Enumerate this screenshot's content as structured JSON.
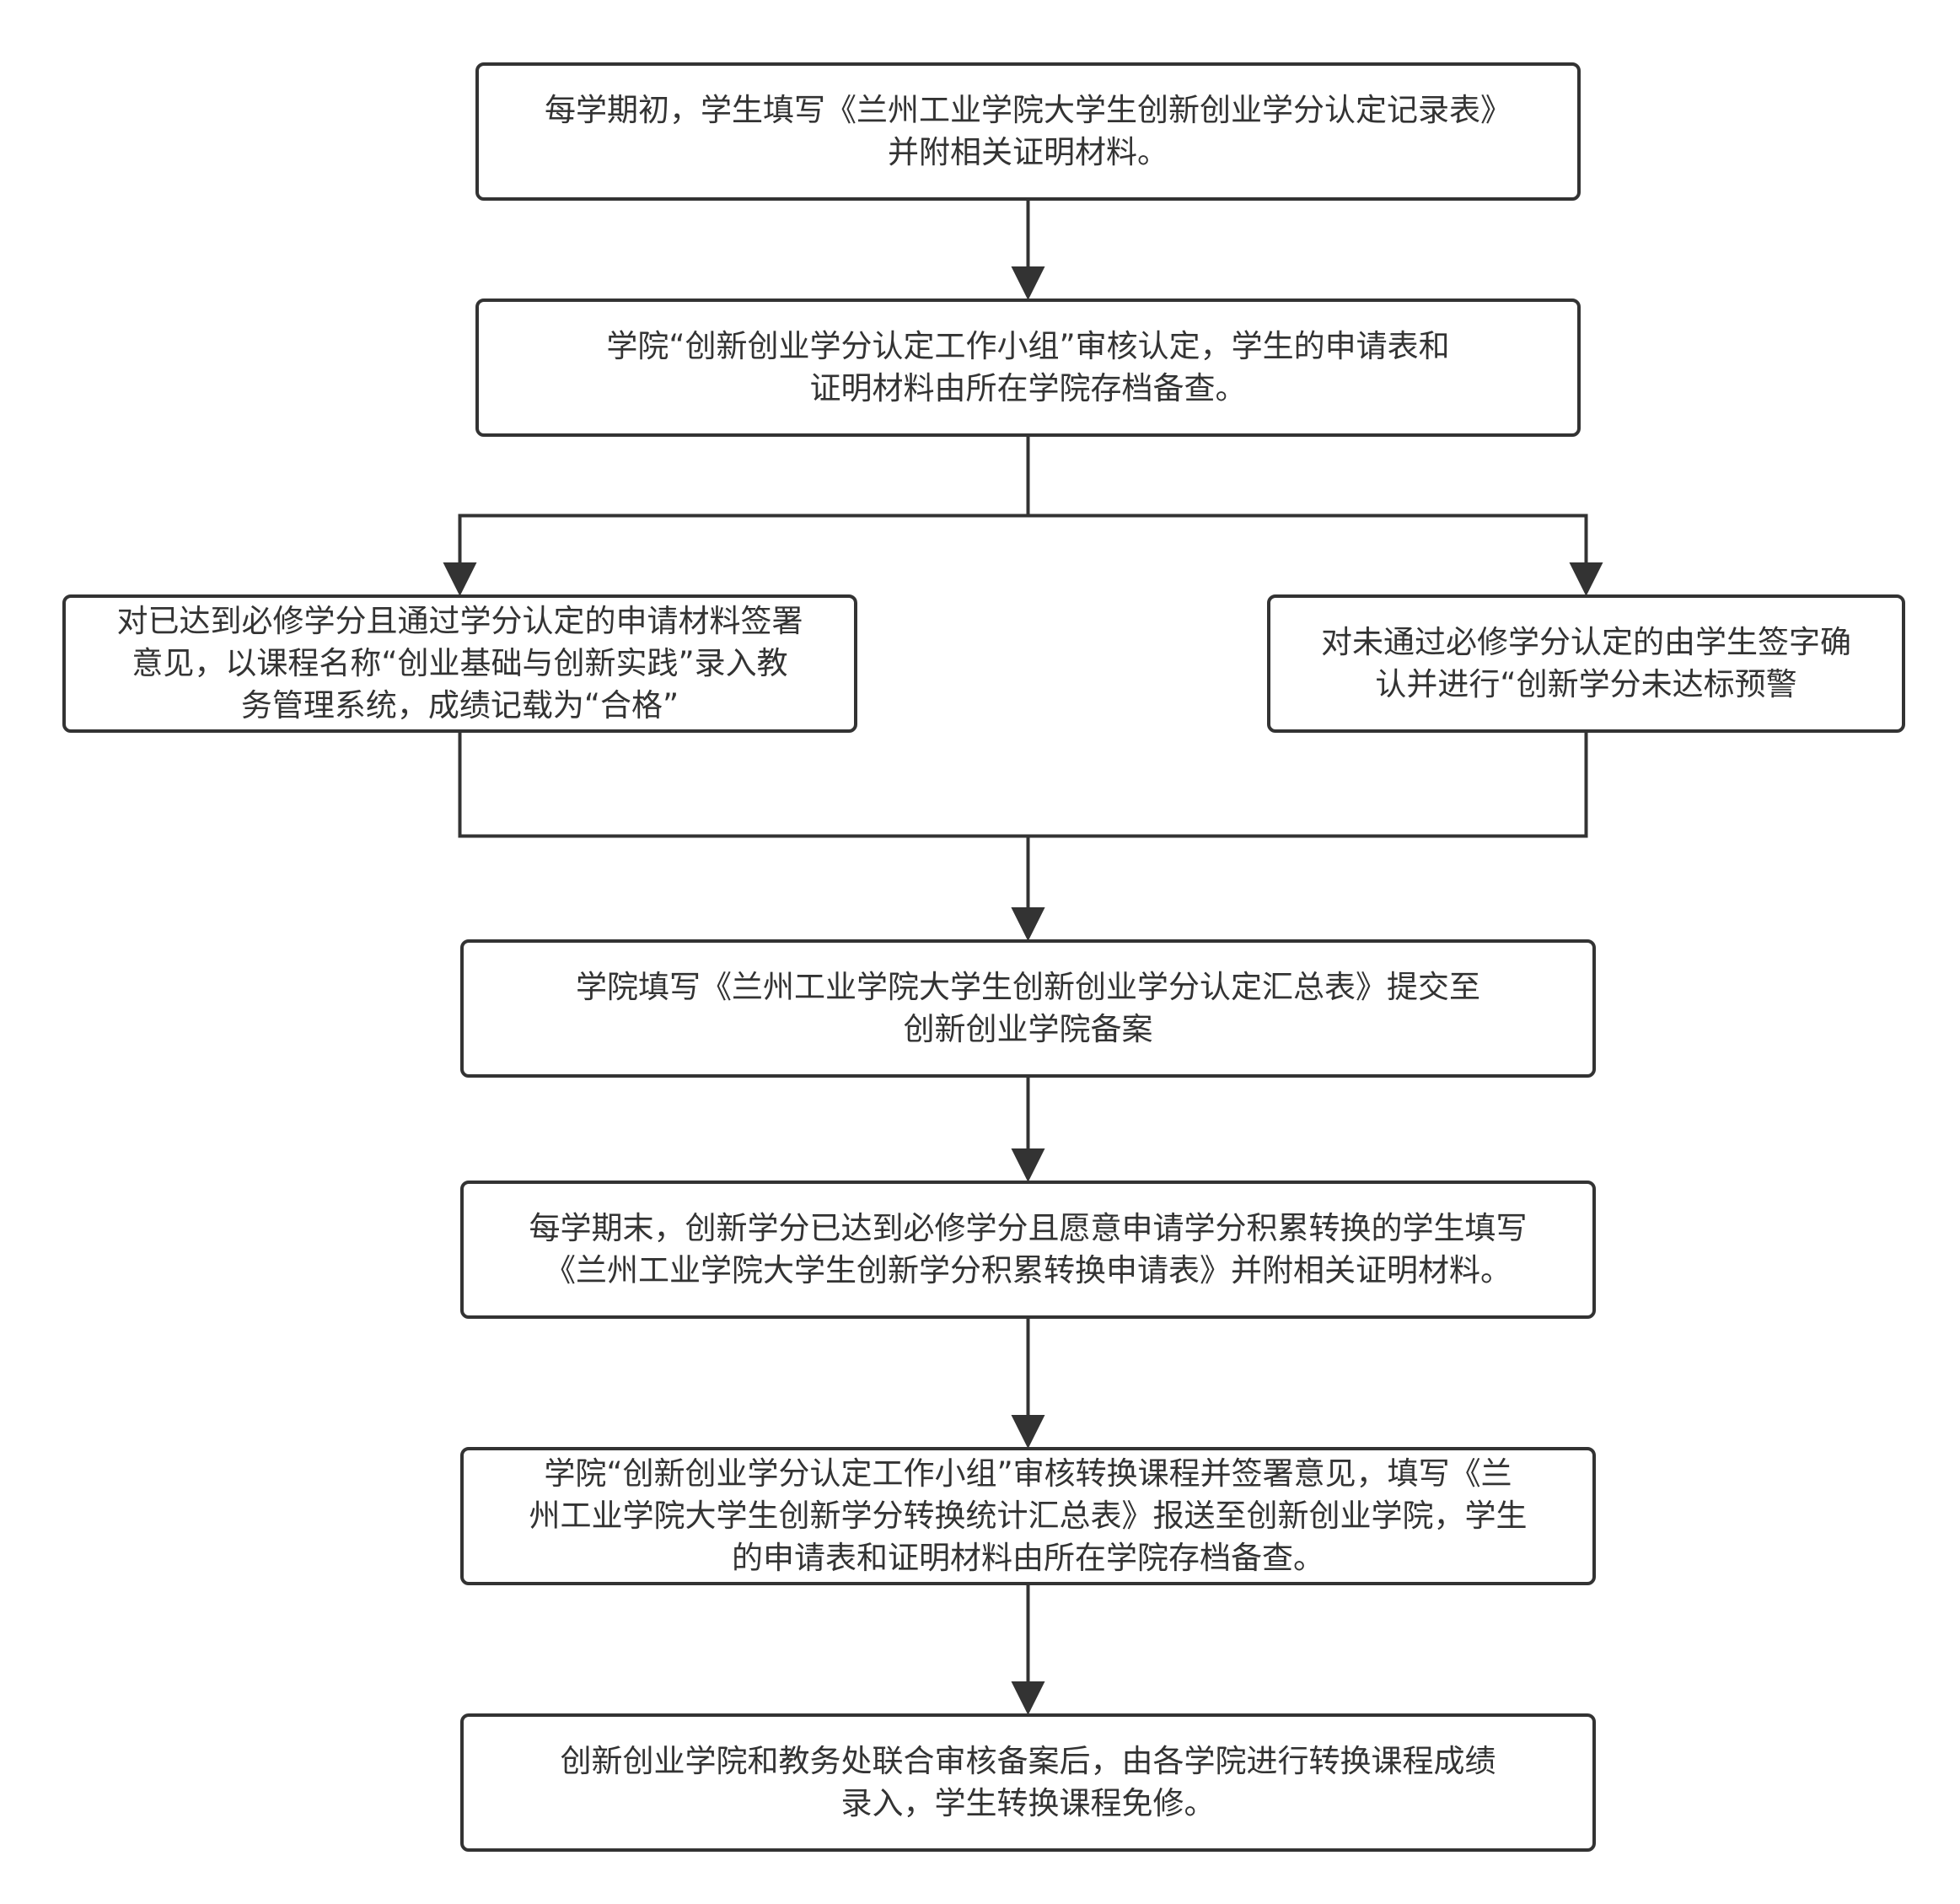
{
  "colors": {
    "stroke": "#333333",
    "text": "#333333",
    "background": "#ffffff"
  },
  "nodes": [
    {
      "id": "n1",
      "lines": [
        "每学期初，学生填写《兰州工业学院大学生创新创业学分认定记录表》",
        "并附相关证明材料。"
      ]
    },
    {
      "id": "n2",
      "lines": [
        "学院“创新创业学分认定工作小组”审核认定，学生的申请表和",
        "证明材料由所在学院存档备查。"
      ]
    },
    {
      "id": "n3",
      "lines": [
        "对已达到必修学分且通过学分认定的申请材料签署",
        "意见，以课程名称“创业基础与创新实践”录入教",
        "务管理系统，成绩记载为“合格”"
      ]
    },
    {
      "id": "n4",
      "lines": [
        "对未通过必修学分认定的由学生签字确",
        "认并进行“创新学分未达标预警"
      ]
    },
    {
      "id": "n5",
      "lines": [
        "学院填写《兰州工业学院大学生创新创业学分认定汇总表》提交至",
        "创新创业学院备案"
      ]
    },
    {
      "id": "n6",
      "lines": [
        "每学期末，创新学分已达到必修学分且愿意申请学分积累转换的学生填写",
        "《兰州工业学院大学生创新学分积累转换申请表》并附相关证明材料。"
      ]
    },
    {
      "id": "n7",
      "lines": [
        "学院“创新创业学分认定工作小组”审核转换课程并签署意见，填写《兰",
        "州工业学院大学生创新学分转换统计汇总表》报送至创新创业学院，学生",
        "的申请表和证明材料由所在学院存档备查。"
      ]
    },
    {
      "id": "n8",
      "lines": [
        "创新创业学院和教务处联合审核备案后，由各学院进行转换课程成绩",
        "录入，学生转换课程免修。"
      ]
    }
  ],
  "edges": [
    {
      "from": "n1",
      "to": "n2"
    },
    {
      "from": "n2",
      "to": "n3"
    },
    {
      "from": "n2",
      "to": "n4"
    },
    {
      "from": "n3",
      "to": "n5"
    },
    {
      "from": "n4",
      "to": "n5"
    },
    {
      "from": "n5",
      "to": "n6"
    },
    {
      "from": "n6",
      "to": "n7"
    },
    {
      "from": "n7",
      "to": "n8"
    }
  ]
}
